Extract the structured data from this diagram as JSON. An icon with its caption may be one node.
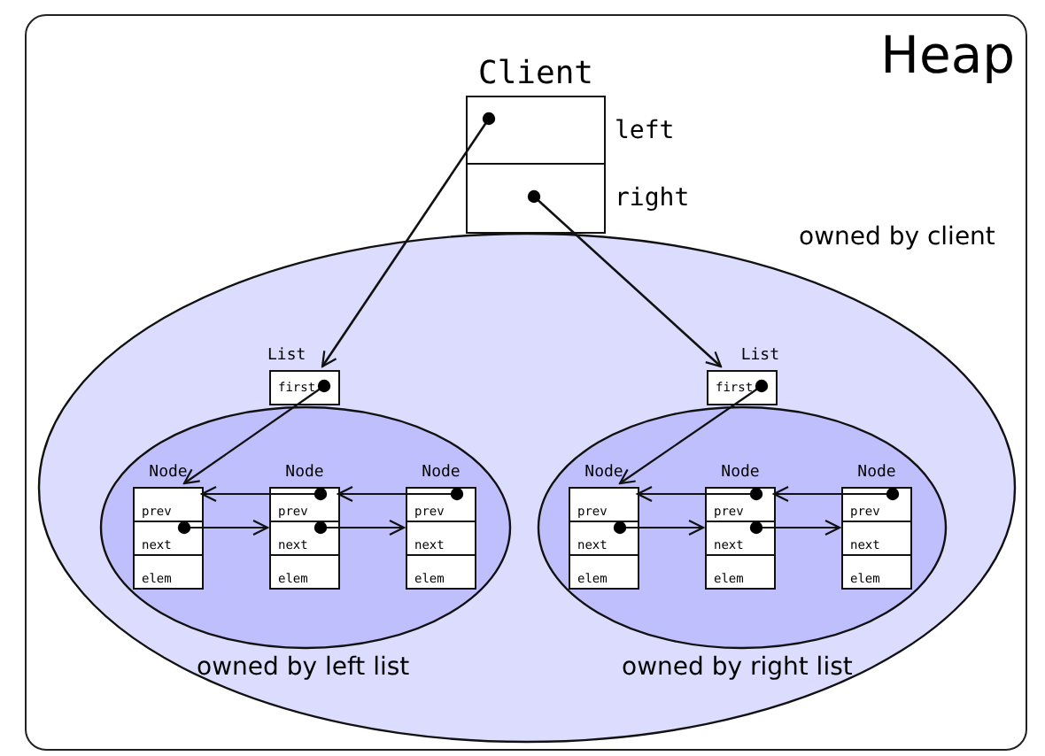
{
  "diagram": {
    "nodes": [
      {
        "text": [
          "Heap"
        ]
      },
      {
        "text": [
          "owned by client"
        ],
        "in": 0
      },
      {
        "text": [
          "Client"
        ],
        "in": 0
      },
      {
        "text": [],
        "shape": "box",
        "beside": [
          "left"
        ],
        "in": 2
      },
      {
        "text": [],
        "shape": "box",
        "beside": [
          "right"
        ],
        "in": 2
      },
      {
        "text": [
          "List"
        ],
        "in": 1
      },
      {
        "text": [
          "first"
        ],
        "in": 5
      },
      {
        "text": [
          "owned by left list"
        ],
        "in": 1
      },
      {
        "text": [
          "Node"
        ],
        "in": 7
      },
      {
        "text": [
          "prev"
        ],
        "in": 8
      },
      {
        "text": [
          "next"
        ],
        "in": 8
      },
      {
        "text": [
          "elem"
        ],
        "in": 8
      },
      {
        "text": [
          "Node"
        ],
        "in": 7
      },
      {
        "text": [
          "prev"
        ],
        "in": 12
      },
      {
        "text": [
          "next"
        ],
        "in": 12
      },
      {
        "text": [
          "elem"
        ],
        "in": 12
      },
      {
        "text": [
          "Node"
        ],
        "in": 7
      },
      {
        "text": [
          "prev"
        ],
        "in": 16
      },
      {
        "text": [
          "next"
        ],
        "in": 16
      },
      {
        "text": [
          "elem"
        ],
        "in": 16
      },
      {
        "text": [
          "List"
        ],
        "in": 1
      },
      {
        "text": [
          "first"
        ],
        "in": 20
      },
      {
        "text": [
          "owned by right list"
        ],
        "in": 1
      },
      {
        "text": [
          "Node"
        ],
        "in": 22
      },
      {
        "text": [
          "prev"
        ],
        "in": 23
      },
      {
        "text": [
          "next"
        ],
        "in": 23
      },
      {
        "text": [
          "elem"
        ],
        "in": 23
      },
      {
        "text": [
          "Node"
        ],
        "in": 22
      },
      {
        "text": [
          "prev"
        ],
        "in": 27
      },
      {
        "text": [
          "next"
        ],
        "in": 27
      },
      {
        "text": [
          "elem"
        ],
        "in": 27
      },
      {
        "text": [
          "Node"
        ],
        "in": 22
      },
      {
        "text": [
          "prev"
        ],
        "in": 31
      },
      {
        "text": [
          "next"
        ],
        "in": 31
      },
      {
        "text": [
          "elem"
        ],
        "in": 31
      }
    ],
    "edges": [
      {
        "from": 3,
        "to": 5,
        "arrow": "to"
      },
      {
        "from": 4,
        "to": 20,
        "arrow": "to"
      },
      {
        "from": 6,
        "to": 9,
        "arrow": "to"
      },
      {
        "from": 10,
        "to": 14,
        "arrow": "to"
      },
      {
        "from": 14,
        "to": 18,
        "arrow": "to"
      },
      {
        "from": 13,
        "to": 9,
        "arrow": "to"
      },
      {
        "from": 17,
        "to": 13,
        "arrow": "to"
      },
      {
        "from": 21,
        "to": 24,
        "arrow": "to"
      },
      {
        "from": 25,
        "to": 29,
        "arrow": "to"
      },
      {
        "from": 29,
        "to": 33,
        "arrow": "to"
      },
      {
        "from": 28,
        "to": 24,
        "arrow": "to"
      },
      {
        "from": 32,
        "to": 28,
        "arrow": "to"
      }
    ]
  }
}
